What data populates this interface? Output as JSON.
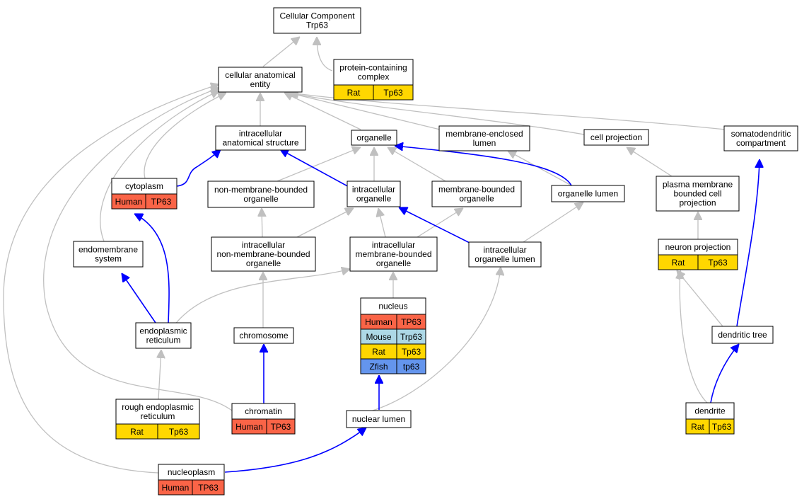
{
  "colors": {
    "human": "#fa6447",
    "mouse": "#add8e6",
    "rat": "#ffd700",
    "zfish": "#6495ed",
    "edge_default": "#c0c0c0",
    "edge_highlight": "#0000ff"
  },
  "nodes": {
    "root": {
      "lines": [
        "Cellular Component",
        "Trp63"
      ]
    },
    "cae": {
      "lines": [
        "cellular anatomical",
        "entity"
      ]
    },
    "pcc": {
      "lines": [
        "protein-containing",
        "complex"
      ],
      "annotations": [
        {
          "species": "Rat",
          "gene": "Tp63"
        }
      ]
    },
    "ias": {
      "lines": [
        "intracellular",
        "anatomical structure"
      ]
    },
    "organelle": {
      "lines": [
        "organelle"
      ]
    },
    "mel": {
      "lines": [
        "membrane-enclosed",
        "lumen"
      ]
    },
    "cellproj": {
      "lines": [
        "cell projection"
      ]
    },
    "sdc": {
      "lines": [
        "somatodendritic",
        "compartment"
      ]
    },
    "cytoplasm": {
      "lines": [
        "cytoplasm"
      ],
      "annotations": [
        {
          "species": "Human",
          "gene": "TP63"
        }
      ]
    },
    "nmbo": {
      "lines": [
        "non-membrane-bounded",
        "organelle"
      ]
    },
    "io": {
      "lines": [
        "intracellular",
        "organelle"
      ]
    },
    "mbo": {
      "lines": [
        "membrane-bounded",
        "organelle"
      ]
    },
    "ol": {
      "lines": [
        "organelle lumen"
      ]
    },
    "pmbcp": {
      "lines": [
        "plasma membrane",
        "bounded cell",
        "projection"
      ]
    },
    "ems": {
      "lines": [
        "endomembrane",
        "system"
      ]
    },
    "inmbo": {
      "lines": [
        "intracellular",
        "non-membrane-bounded",
        "organelle"
      ]
    },
    "imbo": {
      "lines": [
        "intracellular",
        "membrane-bounded",
        "organelle"
      ]
    },
    "iol": {
      "lines": [
        "intracellular",
        "organelle lumen"
      ]
    },
    "np": {
      "lines": [
        "neuron projection"
      ],
      "annotations": [
        {
          "species": "Rat",
          "gene": "Tp63"
        }
      ]
    },
    "nucleus": {
      "lines": [
        "nucleus"
      ],
      "annotations": [
        {
          "species": "Human",
          "gene": "TP63"
        },
        {
          "species": "Mouse",
          "gene": "Trp63"
        },
        {
          "species": "Rat",
          "gene": "Tp63"
        },
        {
          "species": "Zfish",
          "gene": "tp63"
        }
      ]
    },
    "er": {
      "lines": [
        "endoplasmic",
        "reticulum"
      ]
    },
    "chromosome": {
      "lines": [
        "chromosome"
      ]
    },
    "dtree": {
      "lines": [
        "dendritic tree"
      ]
    },
    "rer": {
      "lines": [
        "rough endoplasmic",
        "reticulum"
      ],
      "annotations": [
        {
          "species": "Rat",
          "gene": "Tp63"
        }
      ]
    },
    "chromatin": {
      "lines": [
        "chromatin"
      ],
      "annotations": [
        {
          "species": "Human",
          "gene": "TP63"
        }
      ]
    },
    "nlumen": {
      "lines": [
        "nuclear lumen"
      ]
    },
    "dendrite": {
      "lines": [
        "dendrite"
      ],
      "annotations": [
        {
          "species": "Rat",
          "gene": "Tp63"
        }
      ]
    },
    "nucleoplasm": {
      "lines": [
        "nucleoplasm"
      ],
      "annotations": [
        {
          "species": "Human",
          "gene": "TP63"
        }
      ]
    }
  }
}
